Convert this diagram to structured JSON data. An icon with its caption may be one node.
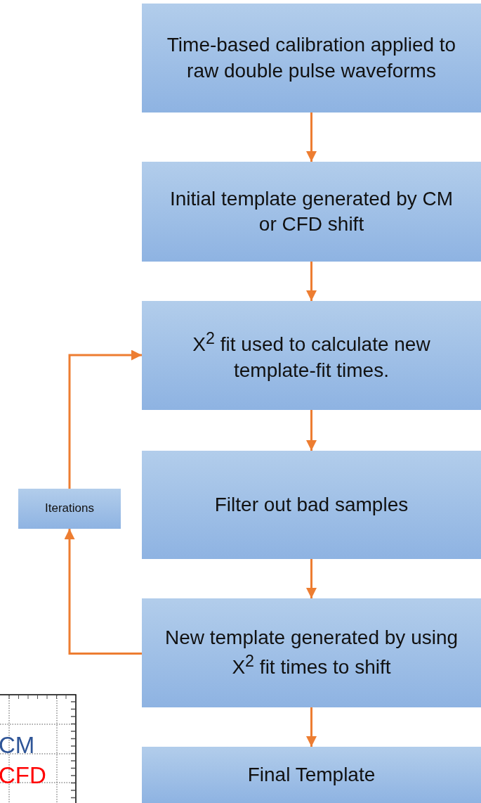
{
  "diagram": {
    "nodes": [
      {
        "text": [
          "Time-based calibration applied to raw double pulse waveforms"
        ]
      },
      {
        "text": [
          "Initial template generated by CM or CFD shift"
        ]
      },
      {
        "text": [
          "X$^{2}$ fit used to calculate new template-fit times."
        ]
      },
      {
        "text": [
          "Filter out bad samples"
        ]
      },
      {
        "text": [
          "New template generated by using X$^{2}$ fit times to shift"
        ]
      },
      {
        "text": [
          "Final Template"
        ]
      },
      {
        "text": [
          "Iterations"
        ]
      }
    ],
    "edges": [
      {
        "from": 0,
        "to": 1,
        "arrow": "to"
      },
      {
        "from": 1,
        "to": 2,
        "arrow": "to"
      },
      {
        "from": 2,
        "to": 3,
        "arrow": "to"
      },
      {
        "from": 3,
        "to": 4,
        "arrow": "to"
      },
      {
        "from": 4,
        "to": 5,
        "arrow": "to"
      },
      {
        "from": 4,
        "to": 6,
        "arrow": "to"
      },
      {
        "from": 6,
        "to": 2,
        "arrow": "to"
      }
    ],
    "labels": [
      "CM",
      "CFD"
    ]
  }
}
